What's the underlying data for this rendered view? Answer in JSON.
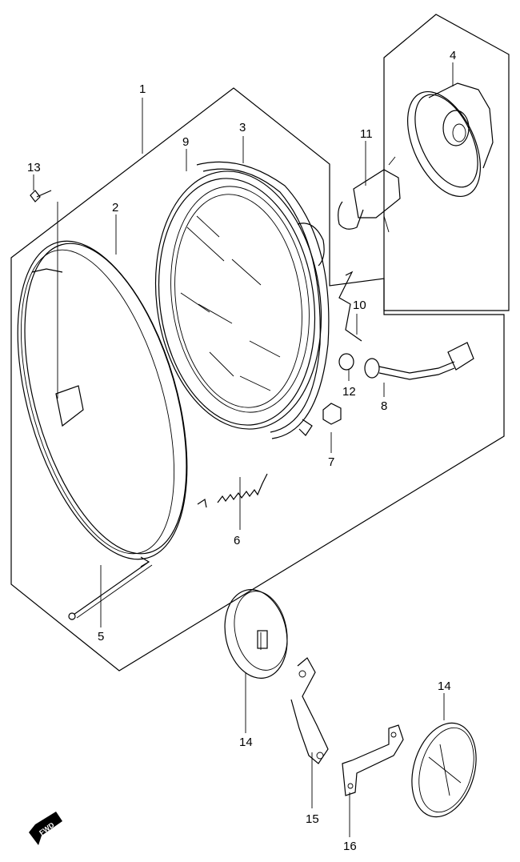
{
  "callouts": {
    "c1": "1",
    "c2": "2",
    "c3": "3",
    "c4": "4",
    "c5": "5",
    "c6": "6",
    "c7": "7",
    "c8": "8",
    "c9": "9",
    "c10": "10",
    "c11": "11",
    "c12": "12",
    "c13": "13",
    "c14a": "14",
    "c14b": "14",
    "c15": "15",
    "c16": "16"
  },
  "fwd_label": "FWD"
}
